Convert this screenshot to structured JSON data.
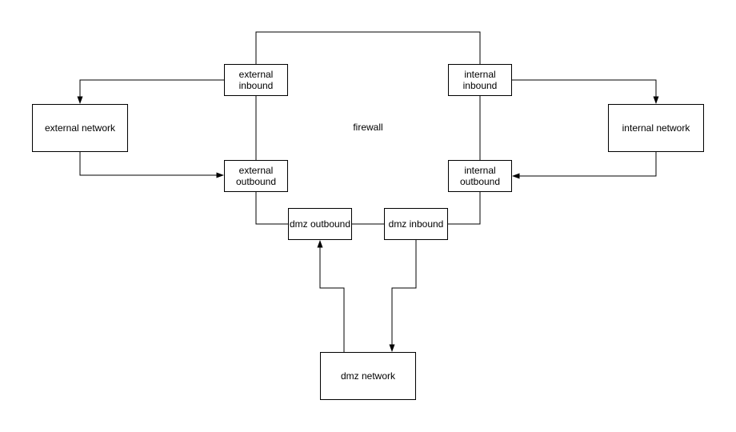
{
  "diagram": {
    "type": "flowchart",
    "background_color": "#ffffff",
    "stroke_color": "#000000",
    "node_fill_color": "#ffffff",
    "text_color": "#000000",
    "nodes": {
      "firewall": {
        "label": "firewall"
      },
      "external_network": {
        "label": "external network"
      },
      "internal_network": {
        "label": "internal network"
      },
      "dmz_network": {
        "label": "dmz network"
      },
      "external_inbound": {
        "label": "external\ninbound"
      },
      "external_outbound": {
        "label": "external\noutbound"
      },
      "internal_inbound": {
        "label": "internal\ninbound"
      },
      "internal_outbound": {
        "label": "internal\noutbound"
      },
      "dmz_outbound": {
        "label": "dmz outbound"
      },
      "dmz_inbound": {
        "label": "dmz inbound"
      }
    },
    "edges": [
      {
        "from": "external inbound",
        "to": "external network",
        "arrowhead": "yes"
      },
      {
        "from": "external network",
        "to": "external outbound",
        "arrowhead": "yes"
      },
      {
        "from": "internal inbound",
        "to": "internal network",
        "arrowhead": "yes"
      },
      {
        "from": "internal network",
        "to": "internal outbound",
        "arrowhead": "yes"
      },
      {
        "from": "dmz network",
        "to": "dmz outbound",
        "arrowhead": "yes"
      },
      {
        "from": "dmz inbound",
        "to": "dmz network",
        "arrowhead": "yes"
      },
      {
        "from": "external inbound",
        "to": "internal inbound",
        "arrowhead": "no"
      },
      {
        "from": "external inbound",
        "to": "external outbound",
        "arrowhead": "no"
      },
      {
        "from": "internal inbound",
        "to": "internal outbound",
        "arrowhead": "no"
      },
      {
        "from": "external outbound",
        "to": "dmz outbound",
        "arrowhead": "no"
      },
      {
        "from": "internal outbound",
        "to": "dmz inbound",
        "arrowhead": "no"
      },
      {
        "from": "dmz outbound",
        "to": "dmz inbound",
        "arrowhead": "no"
      }
    ]
  }
}
